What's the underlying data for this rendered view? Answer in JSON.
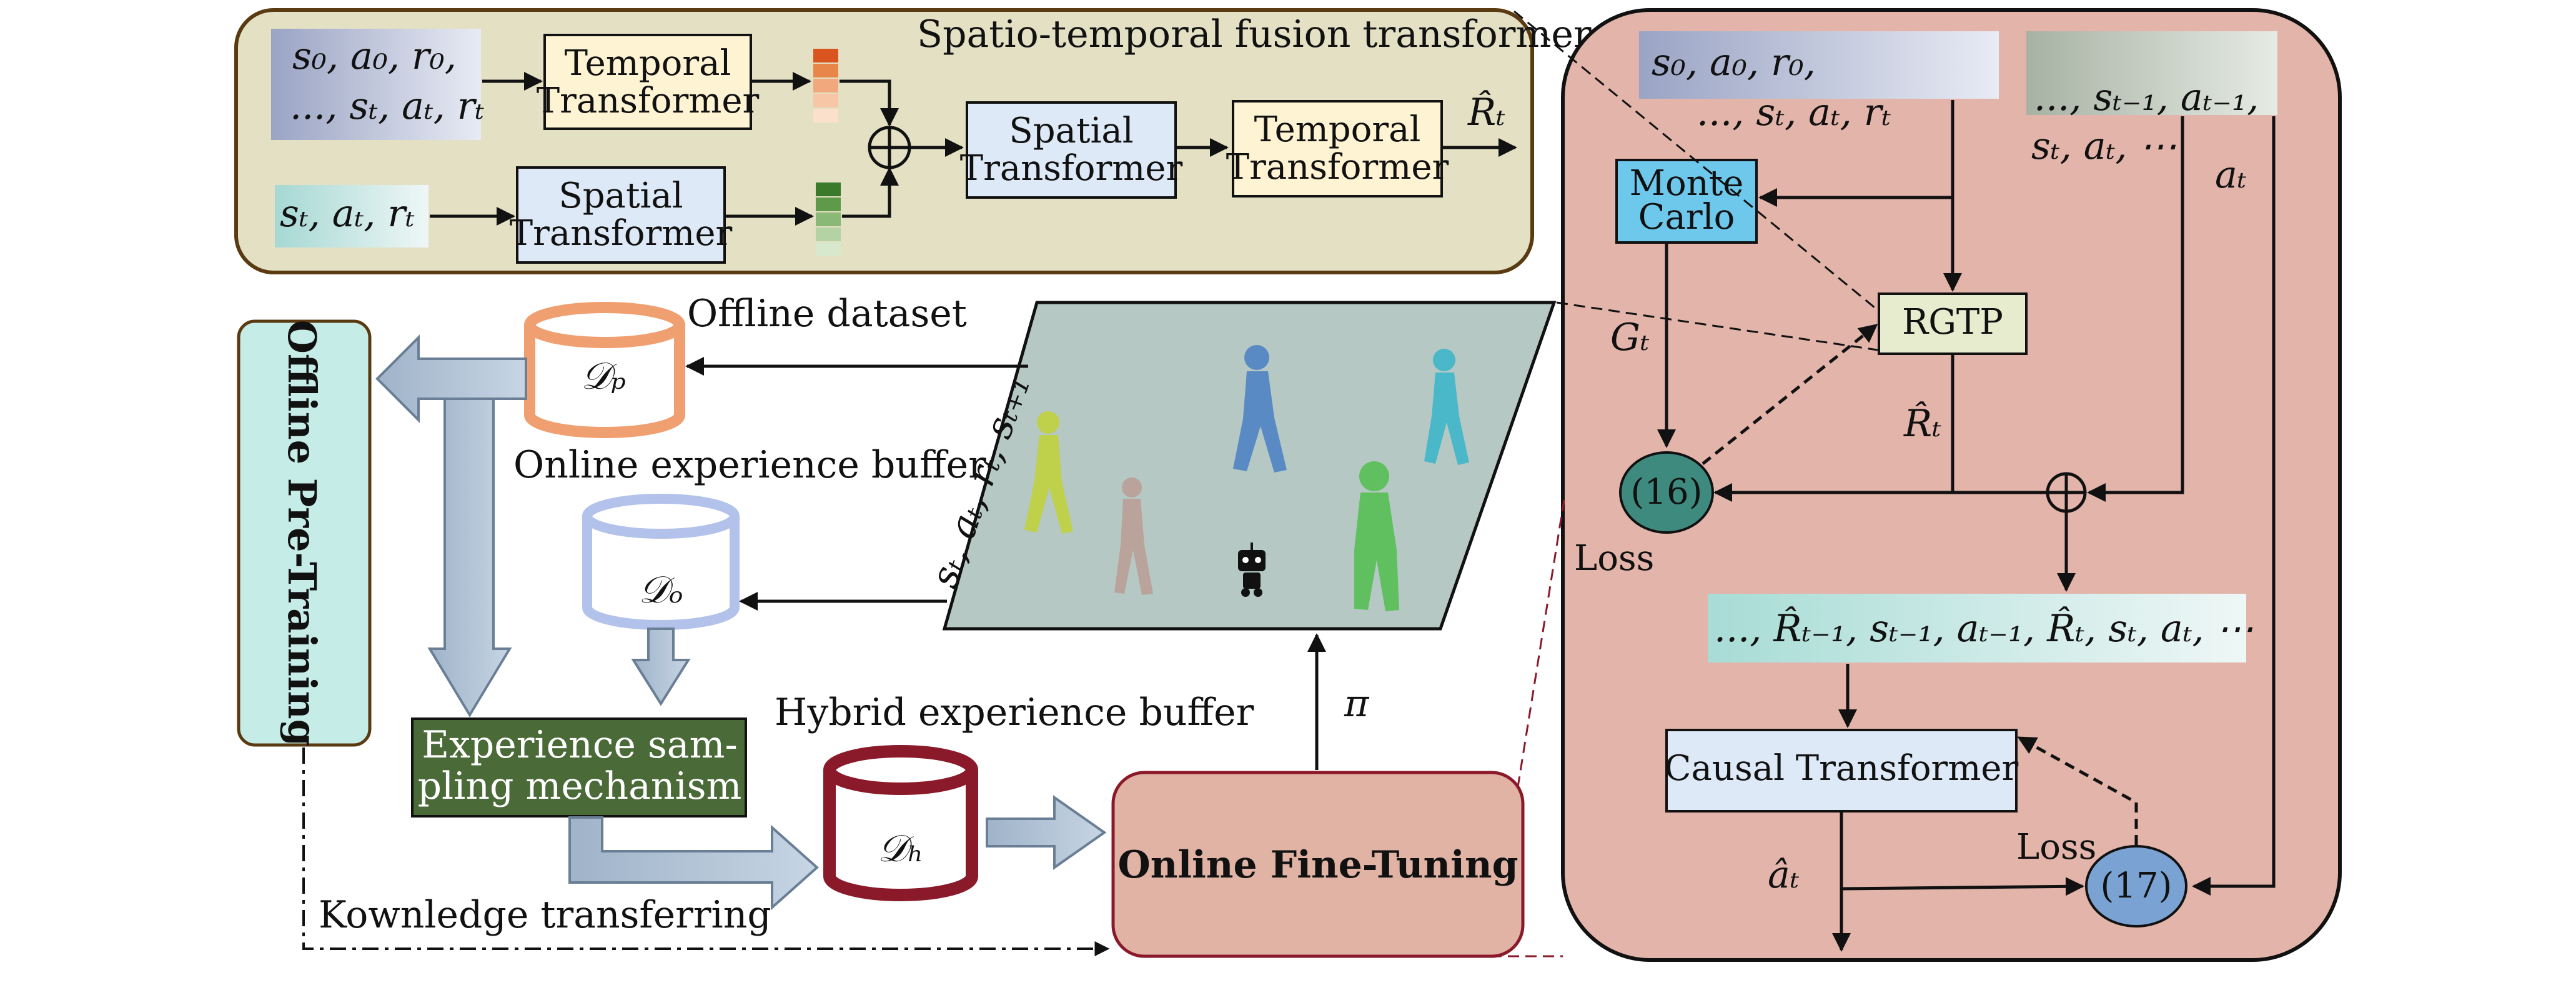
{
  "fusion": {
    "title": "Spatio-temporal fusion transformer",
    "input_top_line1": "s₀, a₀, r₀,",
    "input_top_line2": "..., sₜ, aₜ, rₜ",
    "temporal_tf_1_line1": "Temporal",
    "temporal_tf_1_line2": "Transformer",
    "input_bottom": "sₜ, aₜ, rₜ",
    "spatial_tf_1_line1": "Spatial",
    "spatial_tf_1_line2": "Transformer",
    "spatial_tf_2_line1": "Spatial",
    "spatial_tf_2_line2": "Transformer",
    "temporal_tf_2_line1": "Temporal",
    "temporal_tf_2_line2": "Transformer",
    "output": "R̂ₜ"
  },
  "left": {
    "offline_pretraining": "Offline Pre-Training",
    "offline_dataset_label": "Offline dataset",
    "dp": "𝒟ₚ",
    "online_buffer_label": "Online experience buffer",
    "do": "𝒟ₒ",
    "sampling_line1": "Experience sam-",
    "sampling_line2": "pling mechanism",
    "hybrid_label": "Hybrid experience buffer",
    "dh": "𝒟ₕ",
    "knowledge": "Kownledge transferring",
    "online_finetuning": "Online Fine-Tuning",
    "transition": "sₜ, aₜ, rₜ, sₜ₊₁",
    "pi": "π"
  },
  "right": {
    "input1_line1": "s₀, a₀, r₀,",
    "input1_line2": "..., sₜ, aₜ, rₜ",
    "input2_line1": "..., sₜ₋₁, aₜ₋₁,",
    "input2_line2": "sₜ, aₜ, ⋯",
    "monte_line1": "Monte",
    "monte_line2": "Carlo",
    "gt": "Gₜ",
    "rgtp": "RGTP",
    "rhat": "R̂ₜ",
    "at": "aₜ",
    "loss16": "(16)",
    "loss1": "Loss",
    "sequence": "..., R̂ₜ₋₁, sₜ₋₁, aₜ₋₁, R̂ₜ, sₜ, aₜ, ⋯",
    "causal": "Causal Transformer",
    "ahat": "âₜ",
    "loss2": "Loss",
    "loss17": "(17)"
  },
  "colors": {
    "fusion_bg": "#e3e0c4",
    "right_panel_bg": "#e3b4aa",
    "temporal_box": "#fef3d2",
    "spatial_box": "#dde9f6",
    "monte_carlo": "#6ec8ec",
    "rgtp_box": "#e7ecce",
    "loss16_fill": "#3e8a7e",
    "loss17_fill": "#7aa3d4",
    "offline_bg": "#c6ece8",
    "sampling_bg": "#4a6a38",
    "dp_ring": "#f0a070",
    "do_ring": "#b2c2ea",
    "dh_ring": "#8a1a2a",
    "finetune_bg": "#e1b3a5",
    "floor": "#b5c8c4",
    "token_orange": "#e06a30",
    "token_green": "#4a8a3a"
  }
}
